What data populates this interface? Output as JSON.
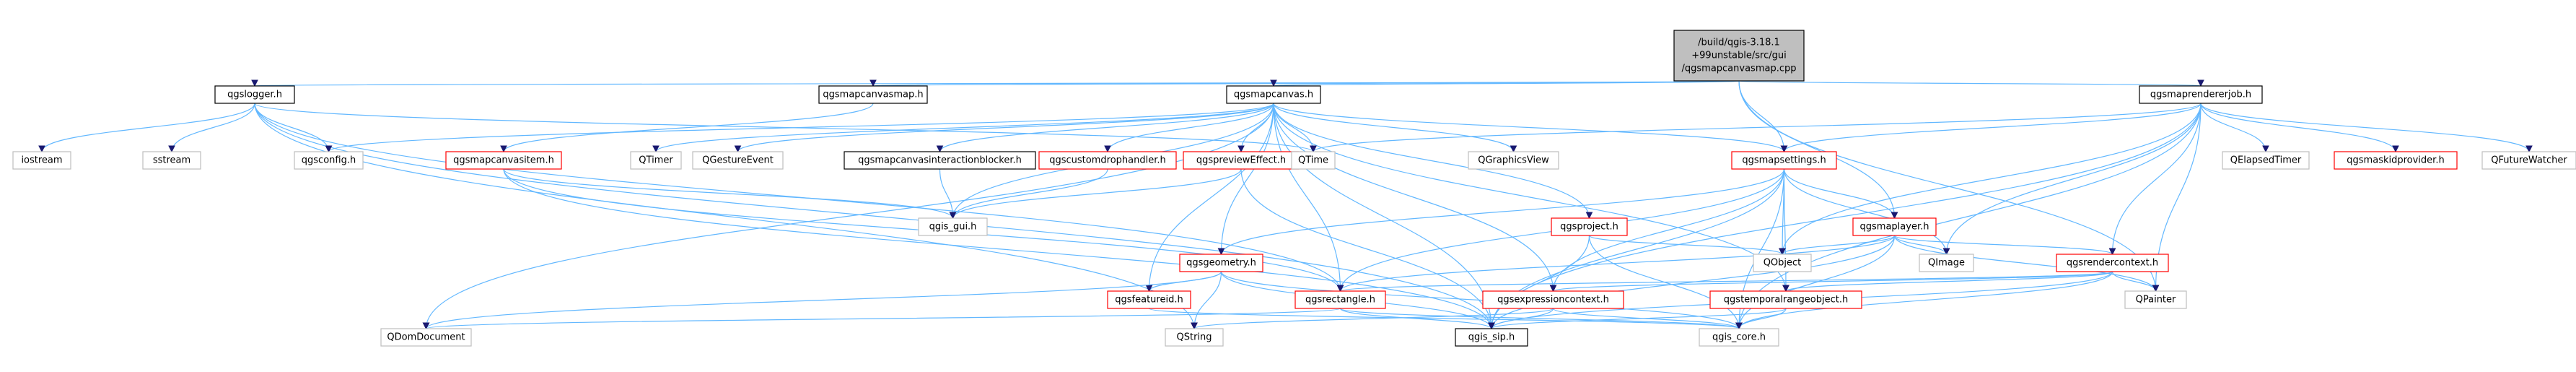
{
  "colors": {
    "root_fill": "#bfbfbf",
    "root_stroke": "#000000",
    "documented_stroke": "#000000",
    "undocumented_stroke": "#bfbfbf",
    "missing_stroke": "#ff0000",
    "edge": "#63b8ff",
    "edge_dark": "#191970"
  },
  "diagram": {
    "nodes": [
      {
        "id": "root",
        "lines": [
          "/build/qgis-3.18.1",
          "+99unstable/src/gui",
          "/qgsmapcanvasmap.cpp"
        ],
        "kind": "root"
      },
      {
        "id": "qgslogger",
        "lines": [
          "qgslogger.h"
        ],
        "kind": "doc"
      },
      {
        "id": "qgsmapcanvasmap",
        "lines": [
          "qgsmapcanvasmap.h"
        ],
        "kind": "doc"
      },
      {
        "id": "qgsmapcanvas",
        "lines": [
          "qgsmapcanvas.h"
        ],
        "kind": "doc"
      },
      {
        "id": "qgsmaprendererjob",
        "lines": [
          "qgsmaprendererjob.h"
        ],
        "kind": "doc"
      },
      {
        "id": "iostream",
        "lines": [
          "iostream"
        ],
        "kind": "ext"
      },
      {
        "id": "sstream",
        "lines": [
          "sstream"
        ],
        "kind": "ext"
      },
      {
        "id": "qgsconfig",
        "lines": [
          "qgsconfig.h"
        ],
        "kind": "ext"
      },
      {
        "id": "qgsmapcanvasitem",
        "lines": [
          "qgsmapcanvasitem.h"
        ],
        "kind": "missing"
      },
      {
        "id": "qtimer",
        "lines": [
          "QTimer"
        ],
        "kind": "ext"
      },
      {
        "id": "qgestureevent",
        "lines": [
          "QGestureEvent"
        ],
        "kind": "ext"
      },
      {
        "id": "qgsmapcanvasinteractionblocker",
        "lines": [
          "qgsmapcanvasinteractionblocker.h"
        ],
        "kind": "doc"
      },
      {
        "id": "qgscustomdrophandler",
        "lines": [
          "qgscustomdrophandler.h"
        ],
        "kind": "missing"
      },
      {
        "id": "qgspreviewEffect",
        "lines": [
          "qgspreviewEffect.h"
        ],
        "kind": "missing"
      },
      {
        "id": "qtime",
        "lines": [
          "QTime"
        ],
        "kind": "ext"
      },
      {
        "id": "qgraphicsview",
        "lines": [
          "QGraphicsView"
        ],
        "kind": "ext"
      },
      {
        "id": "qgsmapsettings",
        "lines": [
          "qgsmapsettings.h"
        ],
        "kind": "missing"
      },
      {
        "id": "qelapsedtimer",
        "lines": [
          "QElapsedTimer"
        ],
        "kind": "ext"
      },
      {
        "id": "qgsmaskidprovider",
        "lines": [
          "qgsmaskidprovider.h"
        ],
        "kind": "missing"
      },
      {
        "id": "qfuturewatcher",
        "lines": [
          "QFutureWatcher"
        ],
        "kind": "ext"
      },
      {
        "id": "qgis_gui",
        "lines": [
          "qgis_gui.h"
        ],
        "kind": "ext"
      },
      {
        "id": "qgsproject",
        "lines": [
          "qgsproject.h"
        ],
        "kind": "missing"
      },
      {
        "id": "qgsmaplayer",
        "lines": [
          "qgsmaplayer.h"
        ],
        "kind": "missing"
      },
      {
        "id": "qgsgeometry",
        "lines": [
          "qgsgeometry.h"
        ],
        "kind": "missing"
      },
      {
        "id": "qobject",
        "lines": [
          "QObject"
        ],
        "kind": "ext"
      },
      {
        "id": "qimage",
        "lines": [
          "QImage"
        ],
        "kind": "ext"
      },
      {
        "id": "qgsrendercontext",
        "lines": [
          "qgsrendercontext.h"
        ],
        "kind": "missing"
      },
      {
        "id": "qgsfeatureid",
        "lines": [
          "qgsfeatureid.h"
        ],
        "kind": "missing"
      },
      {
        "id": "qgsrectangle",
        "lines": [
          "qgsrectangle.h"
        ],
        "kind": "missing"
      },
      {
        "id": "qgsexpressioncontext",
        "lines": [
          "qgsexpressioncontext.h"
        ],
        "kind": "missing"
      },
      {
        "id": "qgstemporalrangeobject",
        "lines": [
          "qgstemporalrangeobject.h"
        ],
        "kind": "missing"
      },
      {
        "id": "qpainter",
        "lines": [
          "QPainter"
        ],
        "kind": "ext"
      },
      {
        "id": "qdomdocument",
        "lines": [
          "QDomDocument"
        ],
        "kind": "ext"
      },
      {
        "id": "qstring",
        "lines": [
          "QString"
        ],
        "kind": "ext"
      },
      {
        "id": "qgis_sip",
        "lines": [
          "qgis_sip.h"
        ],
        "kind": "doc"
      },
      {
        "id": "qgis_core",
        "lines": [
          "qgis_core.h"
        ],
        "kind": "ext"
      }
    ],
    "edges": [
      [
        "root",
        "qgslogger"
      ],
      [
        "root",
        "qgsmapcanvasmap"
      ],
      [
        "root",
        "qgsmapcanvas"
      ],
      [
        "root",
        "qgsmaprendererjob"
      ],
      [
        "root",
        "qgsmapsettings"
      ],
      [
        "root",
        "qgsmaplayer"
      ],
      [
        "root",
        "qpainter"
      ],
      [
        "qgslogger",
        "iostream"
      ],
      [
        "qgslogger",
        "sstream"
      ],
      [
        "qgslogger",
        "qgsconfig"
      ],
      [
        "qgslogger",
        "qtime"
      ],
      [
        "qgslogger",
        "qgis_sip"
      ],
      [
        "qgslogger",
        "qstring"
      ],
      [
        "qgslogger",
        "qgsrectangle"
      ],
      [
        "qgsmapcanvasmap",
        "qgsmapcanvasitem"
      ],
      [
        "qgsmapcanvasitem",
        "qgis_gui"
      ],
      [
        "qgsmapcanvasitem",
        "qgsrectangle"
      ],
      [
        "qgsmapcanvasitem",
        "qgis_sip"
      ],
      [
        "qgsmapcanvas",
        "qgsconfig"
      ],
      [
        "qgsmapcanvas",
        "qtimer"
      ],
      [
        "qgsmapcanvas",
        "qgestureevent"
      ],
      [
        "qgsmapcanvas",
        "qgsmapcanvasinteractionblocker"
      ],
      [
        "qgsmapcanvas",
        "qgscustomdrophandler"
      ],
      [
        "qgsmapcanvas",
        "qgspreviewEffect"
      ],
      [
        "qgsmapcanvas",
        "qtime"
      ],
      [
        "qgsmapcanvas",
        "qgraphicsview"
      ],
      [
        "qgsmapcanvas",
        "qgsmapsettings"
      ],
      [
        "qgsmapcanvas",
        "qgis_gui"
      ],
      [
        "qgsmapcanvas",
        "qgsproject"
      ],
      [
        "qgsmapcanvas",
        "qgsgeometry"
      ],
      [
        "qgsmapcanvas",
        "qgsexpressioncontext"
      ],
      [
        "qgsmapcanvas",
        "qgsfeatureid"
      ],
      [
        "qgsmapcanvas",
        "qgsrectangle"
      ],
      [
        "qgsmapcanvas",
        "qgstemporalrangeobject"
      ],
      [
        "qgsmapcanvas",
        "qdomdocument"
      ],
      [
        "qgsmapcanvas",
        "qgis_sip"
      ],
      [
        "qgsmapcanvasinteractionblocker",
        "qgis_gui"
      ],
      [
        "qgscustomdrophandler",
        "qgis_gui"
      ],
      [
        "qgspreviewEffect",
        "qgis_gui"
      ],
      [
        "qgspreviewEffect",
        "qgis_sip"
      ],
      [
        "qgsmaprendererjob",
        "qtime"
      ],
      [
        "qgsmaprendererjob",
        "qgsmapsettings"
      ],
      [
        "qgsmaprendererjob",
        "qelapsedtimer"
      ],
      [
        "qgsmaprendererjob",
        "qgsmaskidprovider"
      ],
      [
        "qgsmaprendererjob",
        "qfuturewatcher"
      ],
      [
        "qgsmaprendererjob",
        "qobject"
      ],
      [
        "qgsmaprendererjob",
        "qimage"
      ],
      [
        "qgsmaprendererjob",
        "qgsrendercontext"
      ],
      [
        "qgsmaprendererjob",
        "qpainter"
      ],
      [
        "qgsmaprendererjob",
        "qgis_sip"
      ],
      [
        "qgsmaprendererjob",
        "qgis_core"
      ],
      [
        "qgsmapsettings",
        "qgsmaplayer"
      ],
      [
        "qgsmapsettings",
        "qimage"
      ],
      [
        "qgsmapsettings",
        "qobject"
      ],
      [
        "qgsmapsettings",
        "qgsgeometry"
      ],
      [
        "qgsmapsettings",
        "qgsrectangle"
      ],
      [
        "qgsmapsettings",
        "qgsexpressioncontext"
      ],
      [
        "qgsmapsettings",
        "qgstemporalrangeobject"
      ],
      [
        "qgsmapsettings",
        "qgis_sip"
      ],
      [
        "qgsmapsettings",
        "qgis_core"
      ],
      [
        "qgsproject",
        "qobject"
      ],
      [
        "qgsproject",
        "qgis_sip"
      ],
      [
        "qgsproject",
        "qgis_core"
      ],
      [
        "qgsmaplayer",
        "qobject"
      ],
      [
        "qgsmaplayer",
        "qimage"
      ],
      [
        "qgsmaplayer",
        "qgsrendercontext"
      ],
      [
        "qgsmaplayer",
        "qpainter"
      ],
      [
        "qgsmaplayer",
        "qgsrectangle"
      ],
      [
        "qgsmaplayer",
        "qgis_sip"
      ],
      [
        "qgsmaplayer",
        "qgis_core"
      ],
      [
        "qgsgeometry",
        "qgsfeatureid"
      ],
      [
        "qgsgeometry",
        "qstring"
      ],
      [
        "qgsgeometry",
        "qdomdocument"
      ],
      [
        "qgsgeometry",
        "qgis_sip"
      ],
      [
        "qgsgeometry",
        "qgis_core"
      ],
      [
        "qgsrendercontext",
        "qgsrectangle"
      ],
      [
        "qgsrendercontext",
        "qgsexpressioncontext"
      ],
      [
        "qgsrendercontext",
        "qgstemporalrangeobject"
      ],
      [
        "qgsrendercontext",
        "qpainter"
      ],
      [
        "qgsrendercontext",
        "qgis_sip"
      ],
      [
        "qgsrendercontext",
        "qgis_core"
      ],
      [
        "qgsfeatureid",
        "qgis_core"
      ],
      [
        "qgsrectangle",
        "qdomdocument"
      ],
      [
        "qgsrectangle",
        "qgis_core"
      ],
      [
        "qgsrectangle",
        "qgis_sip"
      ],
      [
        "qgsexpressioncontext",
        "qstring"
      ],
      [
        "qgsexpressioncontext",
        "qgis_core"
      ],
      [
        "qgsexpressioncontext",
        "qgis_sip"
      ],
      [
        "qgstemporalrangeobject",
        "qgis_core"
      ],
      [
        "qgstemporalrangeobject",
        "qgis_sip"
      ]
    ]
  }
}
